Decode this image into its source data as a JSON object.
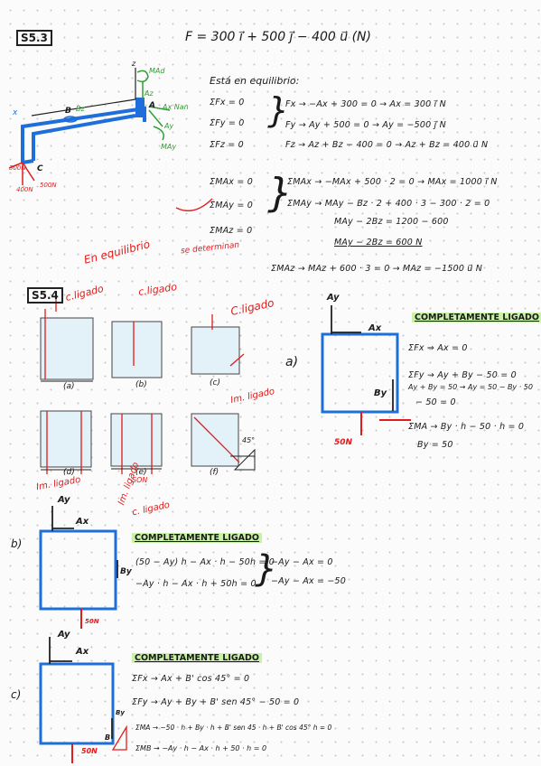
{
  "header": {
    "label_553": "S5.3",
    "force_eq": "F = 300 i⃗ + 500 j⃗ − 400 u⃗  (N)"
  },
  "s53": {
    "equilibrio_title": "Está en equilibrio:",
    "sum_labels": [
      "ΣFx = 0",
      "ΣFy = 0",
      "ΣFz = 0"
    ],
    "sum_eqs": [
      "Fx → −Ax + 300 = 0 → Ax = 300 i⃗ N",
      "Fy → Ay + 500 = 0 → Ay = −500 j⃗ N",
      "Fz → Az + Bz − 400 = 0 → Az + Bz = 400 u⃗ N"
    ],
    "moment_labels": [
      "ΣMAx = 0",
      "ΣMAy = 0",
      "ΣMAz = 0"
    ],
    "moment_eqs": [
      "ΣMAx → −MAx + 500 · 2 = 0 → MAx = 1000 i⃗ N",
      "ΣMAy → MAy − Bz · 2 + 400 · 3 − 300 · 2 = 0",
      "MAy − 2Bz = 1200 − 600",
      "MAy − 2Bz = 600 N"
    ],
    "maz_eq": "ΣMAz → MAz + 600 · 3 = 0 → MAz = −1500 u⃗ N",
    "diagram_labels": {
      "mad": "MAd",
      "az": "Az",
      "ax_nan": "Ax  Nan",
      "ay": "Ay",
      "may": "MAy",
      "a": "A",
      "b": "B",
      "bz": "Bz",
      "x_axis": "x",
      "z_axis": "z",
      "c": "C",
      "f300": "300N",
      "f400": "400N",
      "f500": "500N"
    },
    "red_note_1": "En equilibrio",
    "red_note_2": "se determinan"
  },
  "s54": {
    "label": "S5.4",
    "mini_labels": [
      "c.ligado",
      "c.ligado",
      "C.ligado"
    ],
    "mini_captions": [
      "(a)",
      "(b)",
      "(c)",
      "(d)",
      "(e)",
      "(f)"
    ],
    "bottom_labels": [
      "Im. ligado",
      "Im. ligado",
      "Im. ligado",
      "SON"
    ],
    "c_ligado_note": "c. ligado",
    "angle": "45°"
  },
  "part_a": {
    "letter": "a)",
    "title": "COMPLETAMENTE LIGADO",
    "labels": {
      "ay": "Ay",
      "ax": "Ax",
      "by": "By",
      "f": "50N"
    },
    "eqs": [
      "ΣFx ⇒ Ax = 0",
      "ΣFy → Ay + By − 50 = 0",
      "Ay + By = 50 → Ay = 50 − By · 50",
      "− 50 = 0",
      "ΣMA → By · h − 50 · h = 0",
      "By = 50"
    ]
  },
  "part_b": {
    "letter": "b)",
    "title": "COMPLETAMENTE LIGADO",
    "labels": {
      "ay": "Ay",
      "ax": "Ax",
      "by": "By",
      "f": "50N"
    },
    "eqs": [
      "(50 − Ay) h − Ax · h − 50h = 0",
      "−Ay · h − Ax · h + 50h = 0"
    ],
    "results": [
      "−Ay − Ax = 0",
      "−Ay − Ax = −50"
    ]
  },
  "part_c": {
    "letter": "c)",
    "title": "COMPLETAMENTE LIGADO",
    "labels": {
      "ay": "Ay",
      "ax": "Ax",
      "by": "By",
      "b": "B",
      "f": "50N"
    },
    "eqs": [
      "ΣFx → Ax + B' cos 45° = 0",
      "ΣFy → Ay + By + B' sen 45° − 50 = 0",
      "ΣMA → −50 · h + By · h + B' sen 45 · h + B' cos 45° h = 0",
      "ΣMB → −Ay · h − Ax · h + 50 · h = 0"
    ]
  },
  "colors": {
    "red": "#e21b1b",
    "blue": "#1e6fd9",
    "green": "#2f9e34",
    "highlight": "#c9f2a8"
  }
}
